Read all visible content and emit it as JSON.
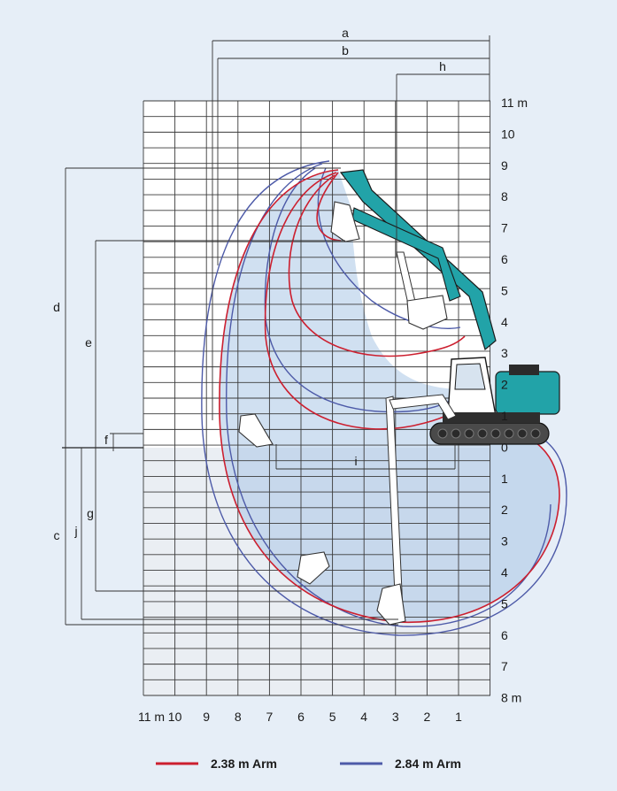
{
  "diagram": {
    "type": "excavator working range diagram",
    "y_axis_labels": [
      "11 m",
      "10",
      "9",
      "8",
      "7",
      "6",
      "5",
      "4",
      "3",
      "2",
      "1",
      "0",
      "1",
      "2",
      "3",
      "4",
      "5",
      "6",
      "7",
      "8 m"
    ],
    "x_axis_labels": [
      "11 m",
      "10",
      "9",
      "8",
      "7",
      "6",
      "5",
      "4",
      "3",
      "2",
      "1"
    ],
    "dimension_labels": {
      "a": "a",
      "b": "b",
      "c": "c",
      "d": "d",
      "e": "e",
      "f": "f",
      "g": "g",
      "h": "h",
      "i": "i",
      "j": "j"
    },
    "colors": {
      "arm_238": "#cc1f2f",
      "arm_284": "#4d5aa8",
      "machine": "#22a3a8",
      "envelope_fill": "#a9c7e6",
      "grid_upper": "#ffffff",
      "grid_lower": "#eaeef3",
      "background": "#e6eef7"
    },
    "legend": [
      {
        "label": "2.38 m Arm",
        "color": "#cc1f2f"
      },
      {
        "label": "2.84 m Arm",
        "color": "#4d5aa8"
      }
    ]
  }
}
